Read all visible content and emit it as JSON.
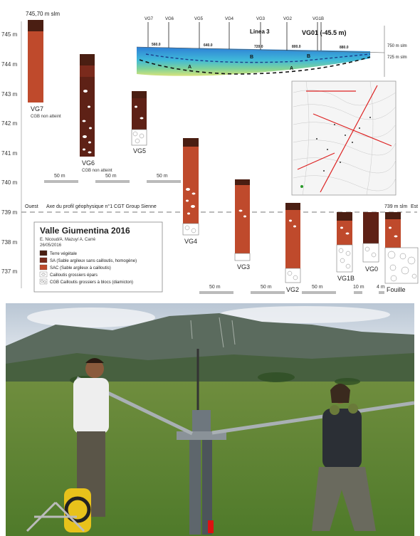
{
  "diagram": {
    "title": "Valle Giumentina 2016",
    "authors": "E. Nicoud/A. Mazuy/ A. Carré",
    "date": "26/05/2016",
    "top_elevation": "745,70 m slm",
    "right_elevation": "739 m slm",
    "axis_label": "Axe du profil géophysique n°1 CGT Group Sienne",
    "west_label": "Ouest",
    "east_label": "Est",
    "fouille_label": "Fouille",
    "elev_labels": [
      "745 m",
      "744 m",
      "743 m",
      "742 m",
      "741 m",
      "740 m",
      "739 m",
      "738 m",
      "737 m"
    ],
    "columns": [
      {
        "name": "VG7",
        "note": "CGB non atteint"
      },
      {
        "name": "VG6",
        "note": "CGB non atteint"
      },
      {
        "name": "VG5",
        "note": ""
      },
      {
        "name": "VG4",
        "note": ""
      },
      {
        "name": "VG3",
        "note": ""
      },
      {
        "name": "VG2",
        "note": ""
      },
      {
        "name": "VG1B",
        "note": ""
      },
      {
        "name": "VG0",
        "note": ""
      },
      {
        "name": "Fouille",
        "note": ""
      }
    ],
    "distances": [
      "50 m",
      "50 m",
      "50 m",
      "50 m",
      "50 m",
      "50 m",
      "10 m",
      "4 m"
    ],
    "legend": [
      {
        "label": "Terre végétale",
        "color": "#4a1e12"
      },
      {
        "label": "SA (Sable argileux sans cailloutis, homogène)",
        "color": "#7a2a1c"
      },
      {
        "label": "SAC (Sable argileux à cailloutis)",
        "color": "#bf4a2c"
      },
      {
        "label": "Cailloutis grossiers épars",
        "color": "#ffffff"
      },
      {
        "label": "CGB Cailloutis grossiers à blocs (diamicton)",
        "color": "#ffffff"
      }
    ],
    "geophysics": {
      "markers": [
        "VG7",
        "VG6",
        "VG5",
        "VG4",
        "VG3",
        "VG2",
        "VG1B"
      ],
      "line_label": "Linea 3",
      "vg01_label": "VG01 (-45.5 m)",
      "dist_labels": [
        "560.0",
        "640.0",
        "720.0",
        "800.0",
        "880.0"
      ],
      "elev_labels": [
        "750 m slm",
        "725 m slm"
      ],
      "zone_labels": [
        "A",
        "B",
        "B",
        "A"
      ]
    }
  },
  "photo": {
    "description_hidden": ""
  }
}
